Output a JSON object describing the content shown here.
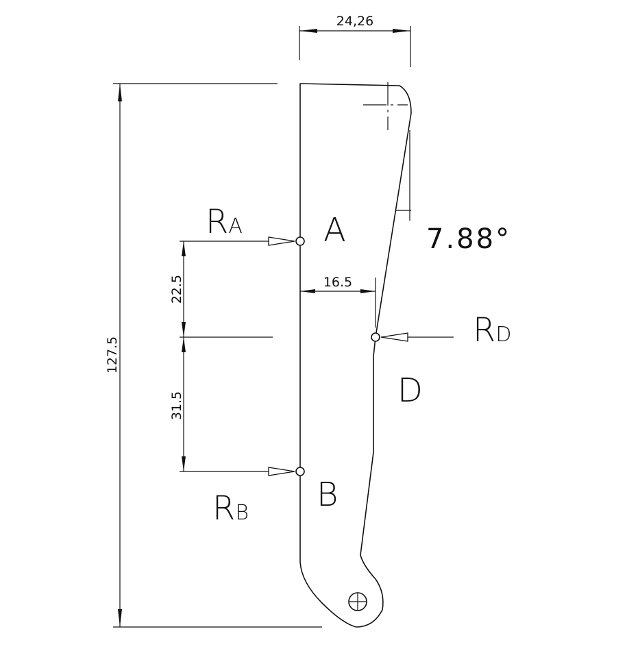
{
  "dimensions": {
    "top_width": "24,26",
    "total_height": "127.5",
    "upper_span": "22.5",
    "lower_span": "31.5",
    "d_offset": "16.5",
    "angle": "7.88°"
  },
  "points": {
    "A": "A",
    "B": "B",
    "D": "D"
  },
  "reactions": {
    "RA": {
      "base": "R",
      "sub": "A"
    },
    "RB": {
      "base": "R",
      "sub": "B"
    },
    "RD": {
      "base": "R",
      "sub": "D"
    }
  }
}
